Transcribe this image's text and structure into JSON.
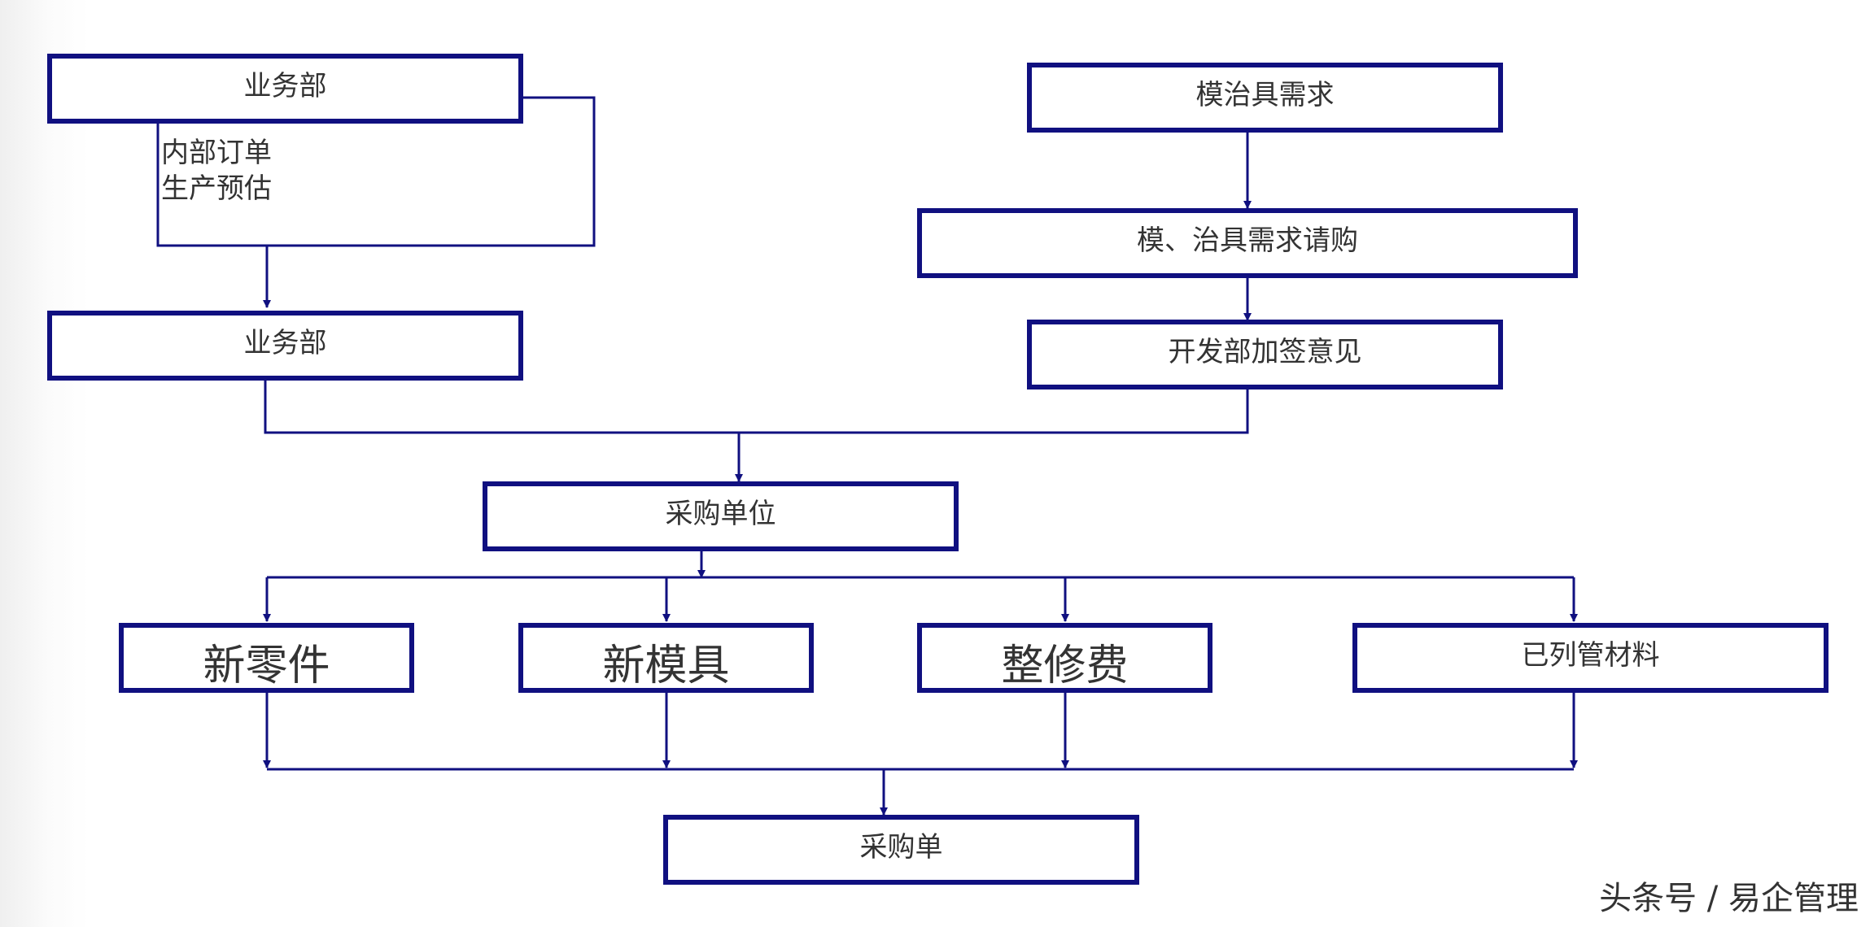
{
  "diagram": {
    "colors": {
      "border": "#101080",
      "line": "#101080",
      "text": "#333333"
    },
    "boxes": {
      "sales_dept_top": "业务部",
      "sales_dept_bottom": "业务部",
      "mold_fixture_demand": "模治具需求",
      "mold_fixture_requisition": "模、治具需求请购",
      "rd_countersign": "开发部加签意见",
      "purchasing_unit": "采购单位",
      "new_parts": "新零件",
      "new_molds": "新模具",
      "repair_fee": "整修费",
      "listed_materials": "已列管材料",
      "purchase_order": "采购单"
    },
    "annotations": {
      "internal_order": "内部订单",
      "production_estimate": "生产预估"
    }
  },
  "watermark": "头条号 / 易企管理"
}
